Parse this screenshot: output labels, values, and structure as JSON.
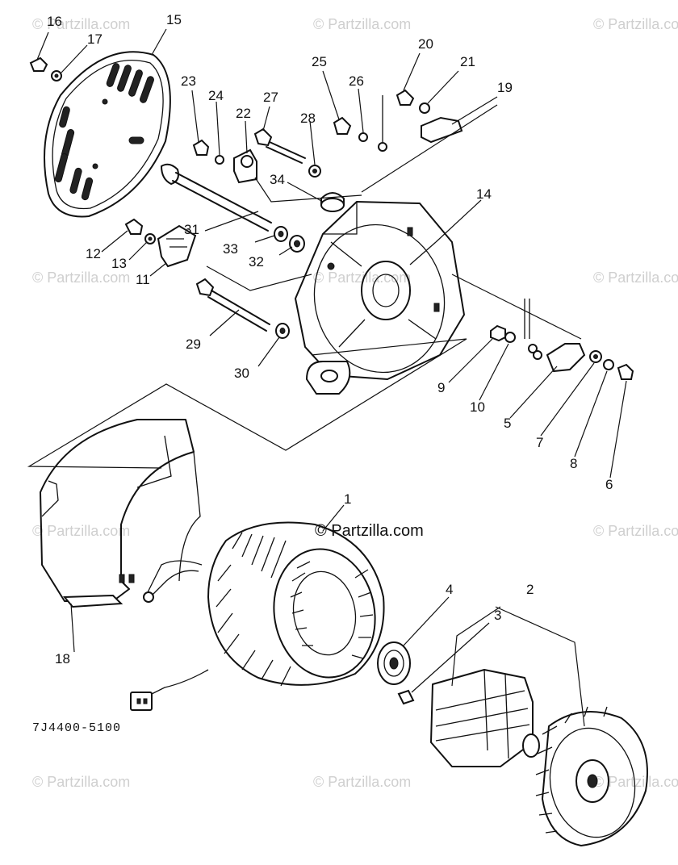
{
  "drawing_code": "7J4400-5100",
  "brand_mark": "© Partzilla.com",
  "watermark_text": "© Partzilla.com",
  "callouts": [
    "16",
    "15",
    "17",
    "23",
    "24",
    "22",
    "27",
    "28",
    "25",
    "26",
    "20",
    "21",
    "19",
    "34",
    "14",
    "31",
    "12",
    "13",
    "11",
    "33",
    "32",
    "29",
    "30",
    "9",
    "10",
    "5",
    "7",
    "8",
    "6",
    "1",
    "18",
    "4",
    "2",
    "3"
  ]
}
